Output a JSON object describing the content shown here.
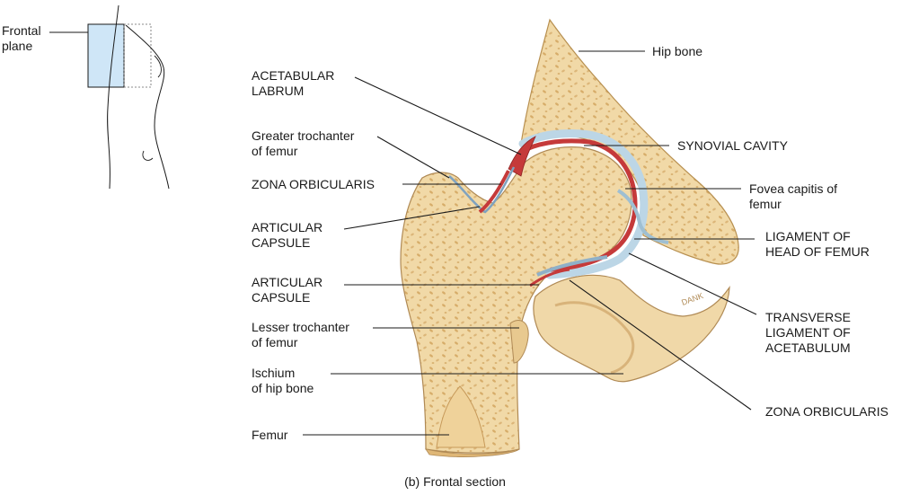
{
  "frontal_plane": {
    "line1": "Frontal",
    "line2": "plane"
  },
  "labels": {
    "acetabular_labrum": {
      "line1": "ACETABULAR",
      "line2": "LABRUM"
    },
    "greater_trochanter": {
      "line1": "Greater trochanter",
      "line2": "of femur"
    },
    "zona_orbicularis_left": "ZONA ORBICULARIS",
    "articular_capsule_upper": {
      "line1": "ARTICULAR",
      "line2": "CAPSULE"
    },
    "articular_capsule_lower": {
      "line1": "ARTICULAR",
      "line2": "CAPSULE"
    },
    "lesser_trochanter": {
      "line1": "Lesser trochanter",
      "line2": "of femur"
    },
    "ischium": {
      "line1": "Ischium",
      "line2": "of hip bone"
    },
    "femur": "Femur",
    "hip_bone": "Hip bone",
    "synovial_cavity": "SYNOVIAL CAVITY",
    "fovea_capitis": {
      "line1": "Fovea capitis of",
      "line2": "femur"
    },
    "ligament_of_head": {
      "line1": "LIGAMENT OF",
      "line2": "HEAD OF FEMUR"
    },
    "transverse_ligament": {
      "line1": "TRANSVERSE",
      "line2": "LIGAMENT OF",
      "line3": "ACETABULUM"
    },
    "zona_orbicularis_right": "ZONA ORBICULARIS"
  },
  "signature": "DANK",
  "caption": "(b) Frontal section",
  "colors": {
    "bone": "#f1d9a7",
    "bone_dark": "#e2bf80",
    "cartilage": "#bcd6e6",
    "synovial": "#c53a3a",
    "plane": "#cfe6f7",
    "line": "#1a1a1a"
  }
}
